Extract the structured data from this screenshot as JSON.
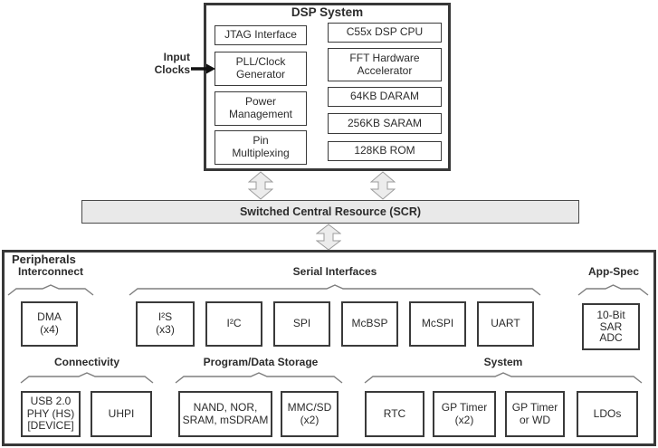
{
  "dsp": {
    "title": "DSP System",
    "left_blocks": [
      "JTAG Interface",
      "PLL/Clock\nGenerator",
      "Power\nManagement",
      "Pin\nMultiplexing"
    ],
    "right_blocks": [
      "C55x DSP CPU",
      "FFT Hardware\nAccelerator",
      "64KB DARAM",
      "256KB SARAM",
      "128KB ROM"
    ]
  },
  "input_clocks_label": "Input\nClocks",
  "scr_label": "Switched Central Resource (SCR)",
  "peripherals": {
    "title": "Peripherals",
    "groups": {
      "interconnect": {
        "label": "Interconnect",
        "blocks": [
          "DMA\n(x4)"
        ]
      },
      "serial": {
        "label": "Serial Interfaces",
        "blocks": [
          "I²S\n(x3)",
          "I²C",
          "SPI",
          "McBSP",
          "McSPI",
          "UART"
        ]
      },
      "app_spec": {
        "label": "App-Spec",
        "blocks": [
          "10-Bit\nSAR\nADC"
        ]
      },
      "connectivity": {
        "label": "Connectivity",
        "blocks": [
          "USB 2.0\nPHY (HS)\n[DEVICE]",
          "UHPI"
        ]
      },
      "storage": {
        "label": "Program/Data Storage",
        "blocks": [
          "NAND, NOR,\nSRAM, mSDRAM",
          "MMC/SD\n(x2)"
        ]
      },
      "system": {
        "label": "System",
        "blocks": [
          "RTC",
          "GP Timer\n(x2)",
          "GP Timer\nor WD",
          "LDOs"
        ]
      }
    }
  },
  "colors": {
    "border": "#383838",
    "connector_fill": "#e9e9e9",
    "text": "#2b2b2b"
  }
}
